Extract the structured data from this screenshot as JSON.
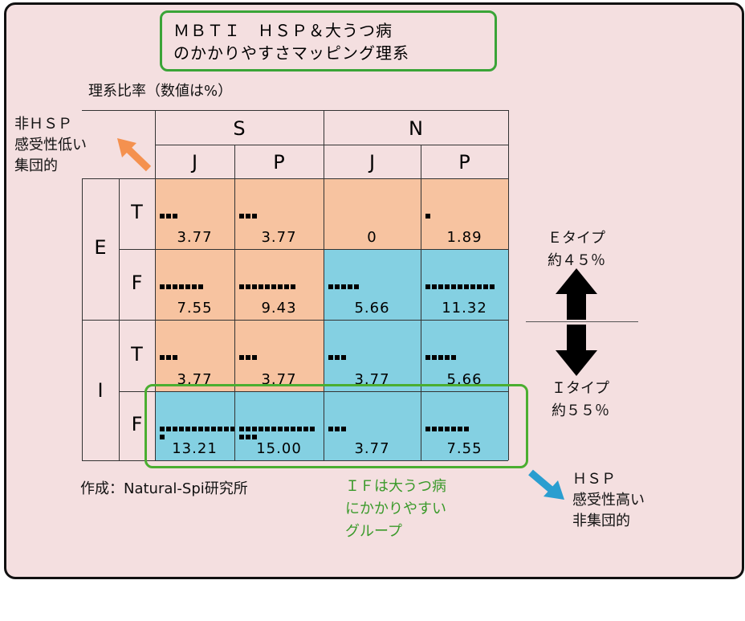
{
  "title": {
    "line1": "ＭＢＴＩ　ＨＳＰ＆大うつ病",
    "line2": "のかかりやすさマッピング理系"
  },
  "subtitle": "理系比率（数値は%）",
  "top_left_label": {
    "line1": "非ＨＳＰ",
    "line2": "感受性低い",
    "line3": "集団的"
  },
  "headers": {
    "S": "S",
    "N": "N",
    "cols": [
      "J",
      "P",
      "J",
      "P"
    ],
    "E": "E",
    "I": "I",
    "rows": [
      "T",
      "F",
      "T",
      "F"
    ]
  },
  "cells": [
    [
      {
        "v": "3.77",
        "n": 3,
        "c": "o"
      },
      {
        "v": "3.77",
        "n": 3,
        "c": "o"
      },
      {
        "v": "0",
        "n": 0,
        "c": "o"
      },
      {
        "v": "1.89",
        "n": 1,
        "c": "o"
      }
    ],
    [
      {
        "v": "7.55",
        "n": 7,
        "c": "o"
      },
      {
        "v": "9.43",
        "n": 9,
        "c": "o"
      },
      {
        "v": "5.66",
        "n": 5,
        "c": "b"
      },
      {
        "v": "11.32",
        "n": 11,
        "c": "b"
      }
    ],
    [
      {
        "v": "3,77",
        "n": 3,
        "c": "o"
      },
      {
        "v": "3.77",
        "n": 3,
        "c": "o"
      },
      {
        "v": "3.77",
        "n": 3,
        "c": "b"
      },
      {
        "v": "5,66",
        "n": 5,
        "c": "b"
      }
    ],
    [
      {
        "v": "13.21",
        "n": 13,
        "c": "b"
      },
      {
        "v": "15.00",
        "n": 15,
        "c": "b"
      },
      {
        "v": "3.77",
        "n": 3,
        "c": "b"
      },
      {
        "v": "7.55",
        "n": 7,
        "c": "b"
      }
    ]
  ],
  "colors": {
    "orange": "#f7c3a0",
    "blue": "#84d0e2",
    "green": "#3aa437"
  },
  "e_type": {
    "line1": "Ｅタイプ",
    "line2": "約４５％"
  },
  "i_type": {
    "line1": "Ｉタイプ",
    "line2": "約５５％"
  },
  "credit": "作成：Natural-Spi研究所",
  "if_note": {
    "line1": "ＩＦは大うつ病",
    "line2": "にかかりやすい",
    "line3": "グループ"
  },
  "bottom_right_label": {
    "line1": "ＨＳＰ",
    "line2": "感受性高い",
    "line3": "非集団的"
  }
}
